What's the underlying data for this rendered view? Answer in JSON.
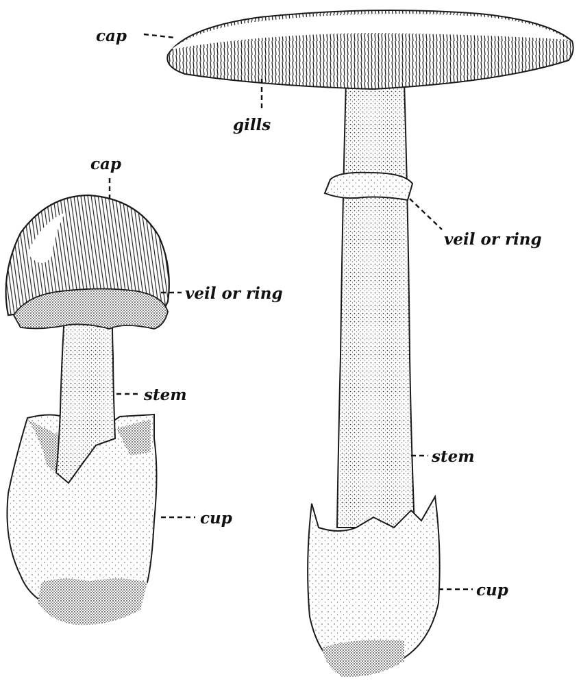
{
  "palette": {
    "ink": "#111111",
    "paper": "#ffffff",
    "shade": "#dcdcdc"
  },
  "young_mushroom": {
    "labels": {
      "cap": "cap",
      "veil": "veil or ring",
      "stem": "stem",
      "cup": "cup"
    }
  },
  "mature_mushroom": {
    "labels": {
      "cap": "cap",
      "gills": "gills",
      "veil": "veil or ring",
      "stem": "stem",
      "cup": "cup"
    }
  }
}
